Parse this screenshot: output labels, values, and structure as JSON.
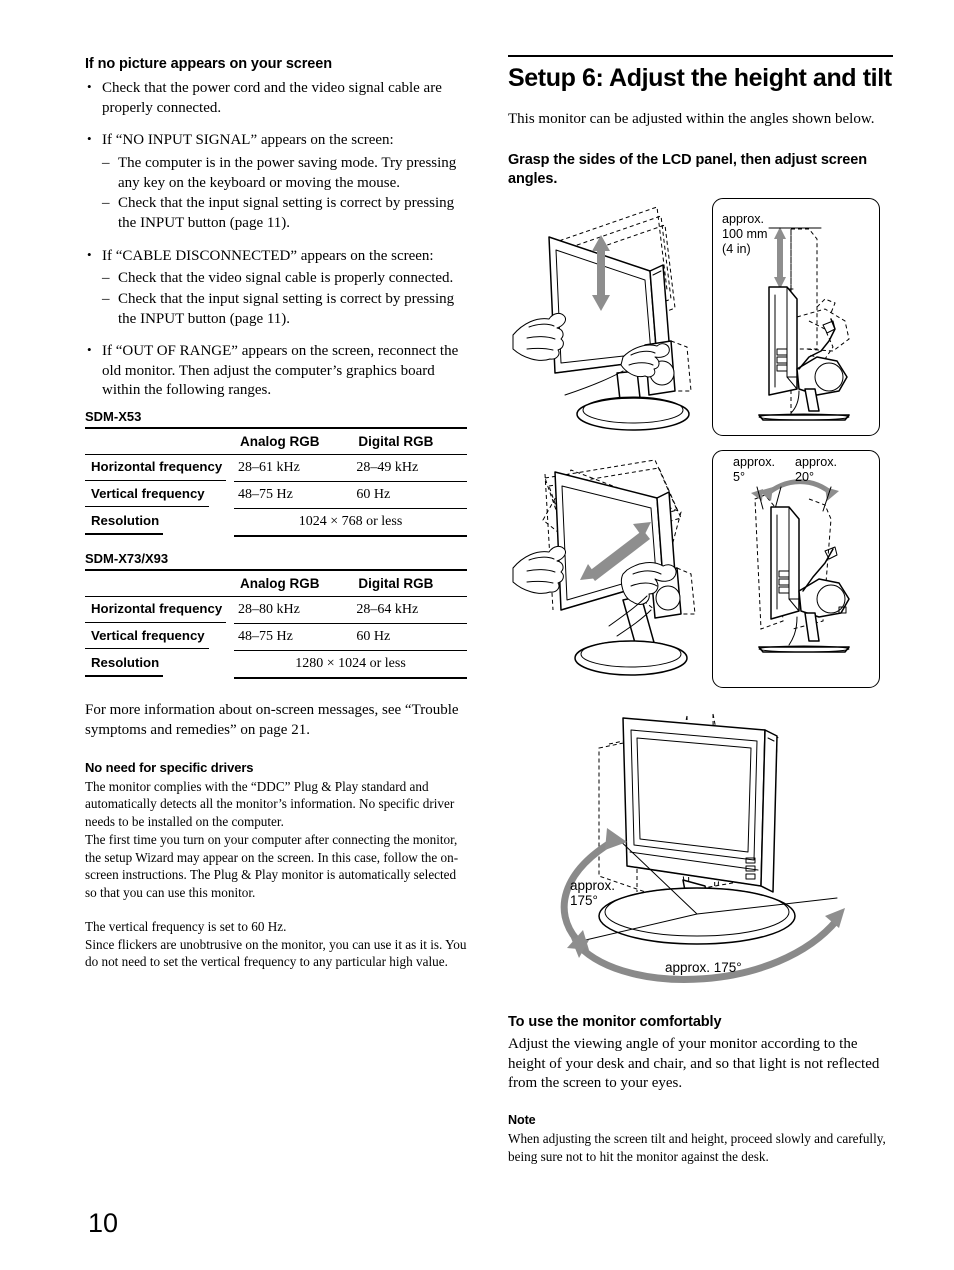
{
  "page_number": "10",
  "left_column": {
    "heading": "If no picture appears on your screen",
    "bullets": [
      {
        "text": "Check that the power cord and the video signal cable are properly connected.",
        "sub": []
      },
      {
        "text": "If “NO INPUT SIGNAL” appears on the screen:",
        "sub": [
          "The computer is in the power saving mode. Try pressing any key on the keyboard or moving the mouse.",
          "Check that the input signal setting is correct by pressing the INPUT button (page 11)."
        ]
      },
      {
        "text": "If “CABLE DISCONNECTED” appears on the screen:",
        "sub": [
          "Check that the video signal cable is properly connected.",
          "Check that the input signal setting is correct by pressing the INPUT button (page 11)."
        ]
      },
      {
        "text": "If “OUT OF  RANGE” appears on the screen, reconnect the old monitor. Then adjust the computer’s graphics board within the following ranges.",
        "sub": []
      }
    ],
    "tables": [
      {
        "title": "SDM-X53",
        "columns": [
          "",
          "Analog RGB",
          "Digital RGB"
        ],
        "rows": [
          {
            "label": "Horizontal frequency",
            "analog": "28–61 kHz",
            "digital": "28–49 kHz"
          },
          {
            "label": "Vertical frequency",
            "analog": "48–75 Hz",
            "digital": "60 Hz"
          }
        ],
        "span_row": {
          "label": "Resolution",
          "value": "1024 × 768 or less"
        }
      },
      {
        "title": "SDM-X73/X93",
        "columns": [
          "",
          "Analog RGB",
          "Digital RGB"
        ],
        "rows": [
          {
            "label": "Horizontal frequency",
            "analog": "28–80 kHz",
            "digital": "28–64 kHz"
          },
          {
            "label": "Vertical frequency",
            "analog": "48–75 Hz",
            "digital": "60 Hz"
          }
        ],
        "span_row": {
          "label": "Resolution",
          "value": "1280 × 1024 or less"
        }
      }
    ],
    "after_tables_paragraph": "For more information about on-screen messages, see “Trouble symptoms and remedies” on page 21.",
    "drivers_heading": "No need for specific drivers",
    "drivers_paragraph_1": "The monitor complies with the “DDC” Plug & Play standard and automatically detects all the monitor’s information. No specific driver needs to be installed on the computer.",
    "drivers_paragraph_2": "The first time you turn on your computer after connecting the monitor, the setup Wizard may appear on the screen. In this case, follow the on-screen instructions. The Plug & Play monitor is automatically selected so that you can use this monitor.",
    "drivers_paragraph_3": "The vertical frequency is set to 60 Hz.",
    "drivers_paragraph_4": "Since flickers are unobtrusive on the monitor, you can use it as it is. You do not need to set the vertical frequency to any particular high value."
  },
  "right_column": {
    "setup_heading": "Setup 6: Adjust the height and tilt",
    "intro": "This monitor can be adjusted within the angles shown below.",
    "grasp_heading": "Grasp the sides of the LCD panel, then adjust screen angles.",
    "figures": {
      "height": {
        "label": "approx.\n100 mm\n(4 in)"
      },
      "tilt": {
        "label_back": "approx.\n5°",
        "label_front": "approx.\n20°"
      },
      "swivel": {
        "label_left": "approx.\n175°",
        "label_bottom": "approx. 175°"
      }
    },
    "comfort_heading": "To use the monitor comfortably",
    "comfort_paragraph": "Adjust the viewing angle of your monitor according to the height of your desk and chair, and so that light is not reflected from the screen to your eyes.",
    "note_heading": "Note",
    "note_paragraph": "When adjusting the screen tilt and height, proceed slowly and carefully, being sure not to hit the monitor against the desk."
  }
}
